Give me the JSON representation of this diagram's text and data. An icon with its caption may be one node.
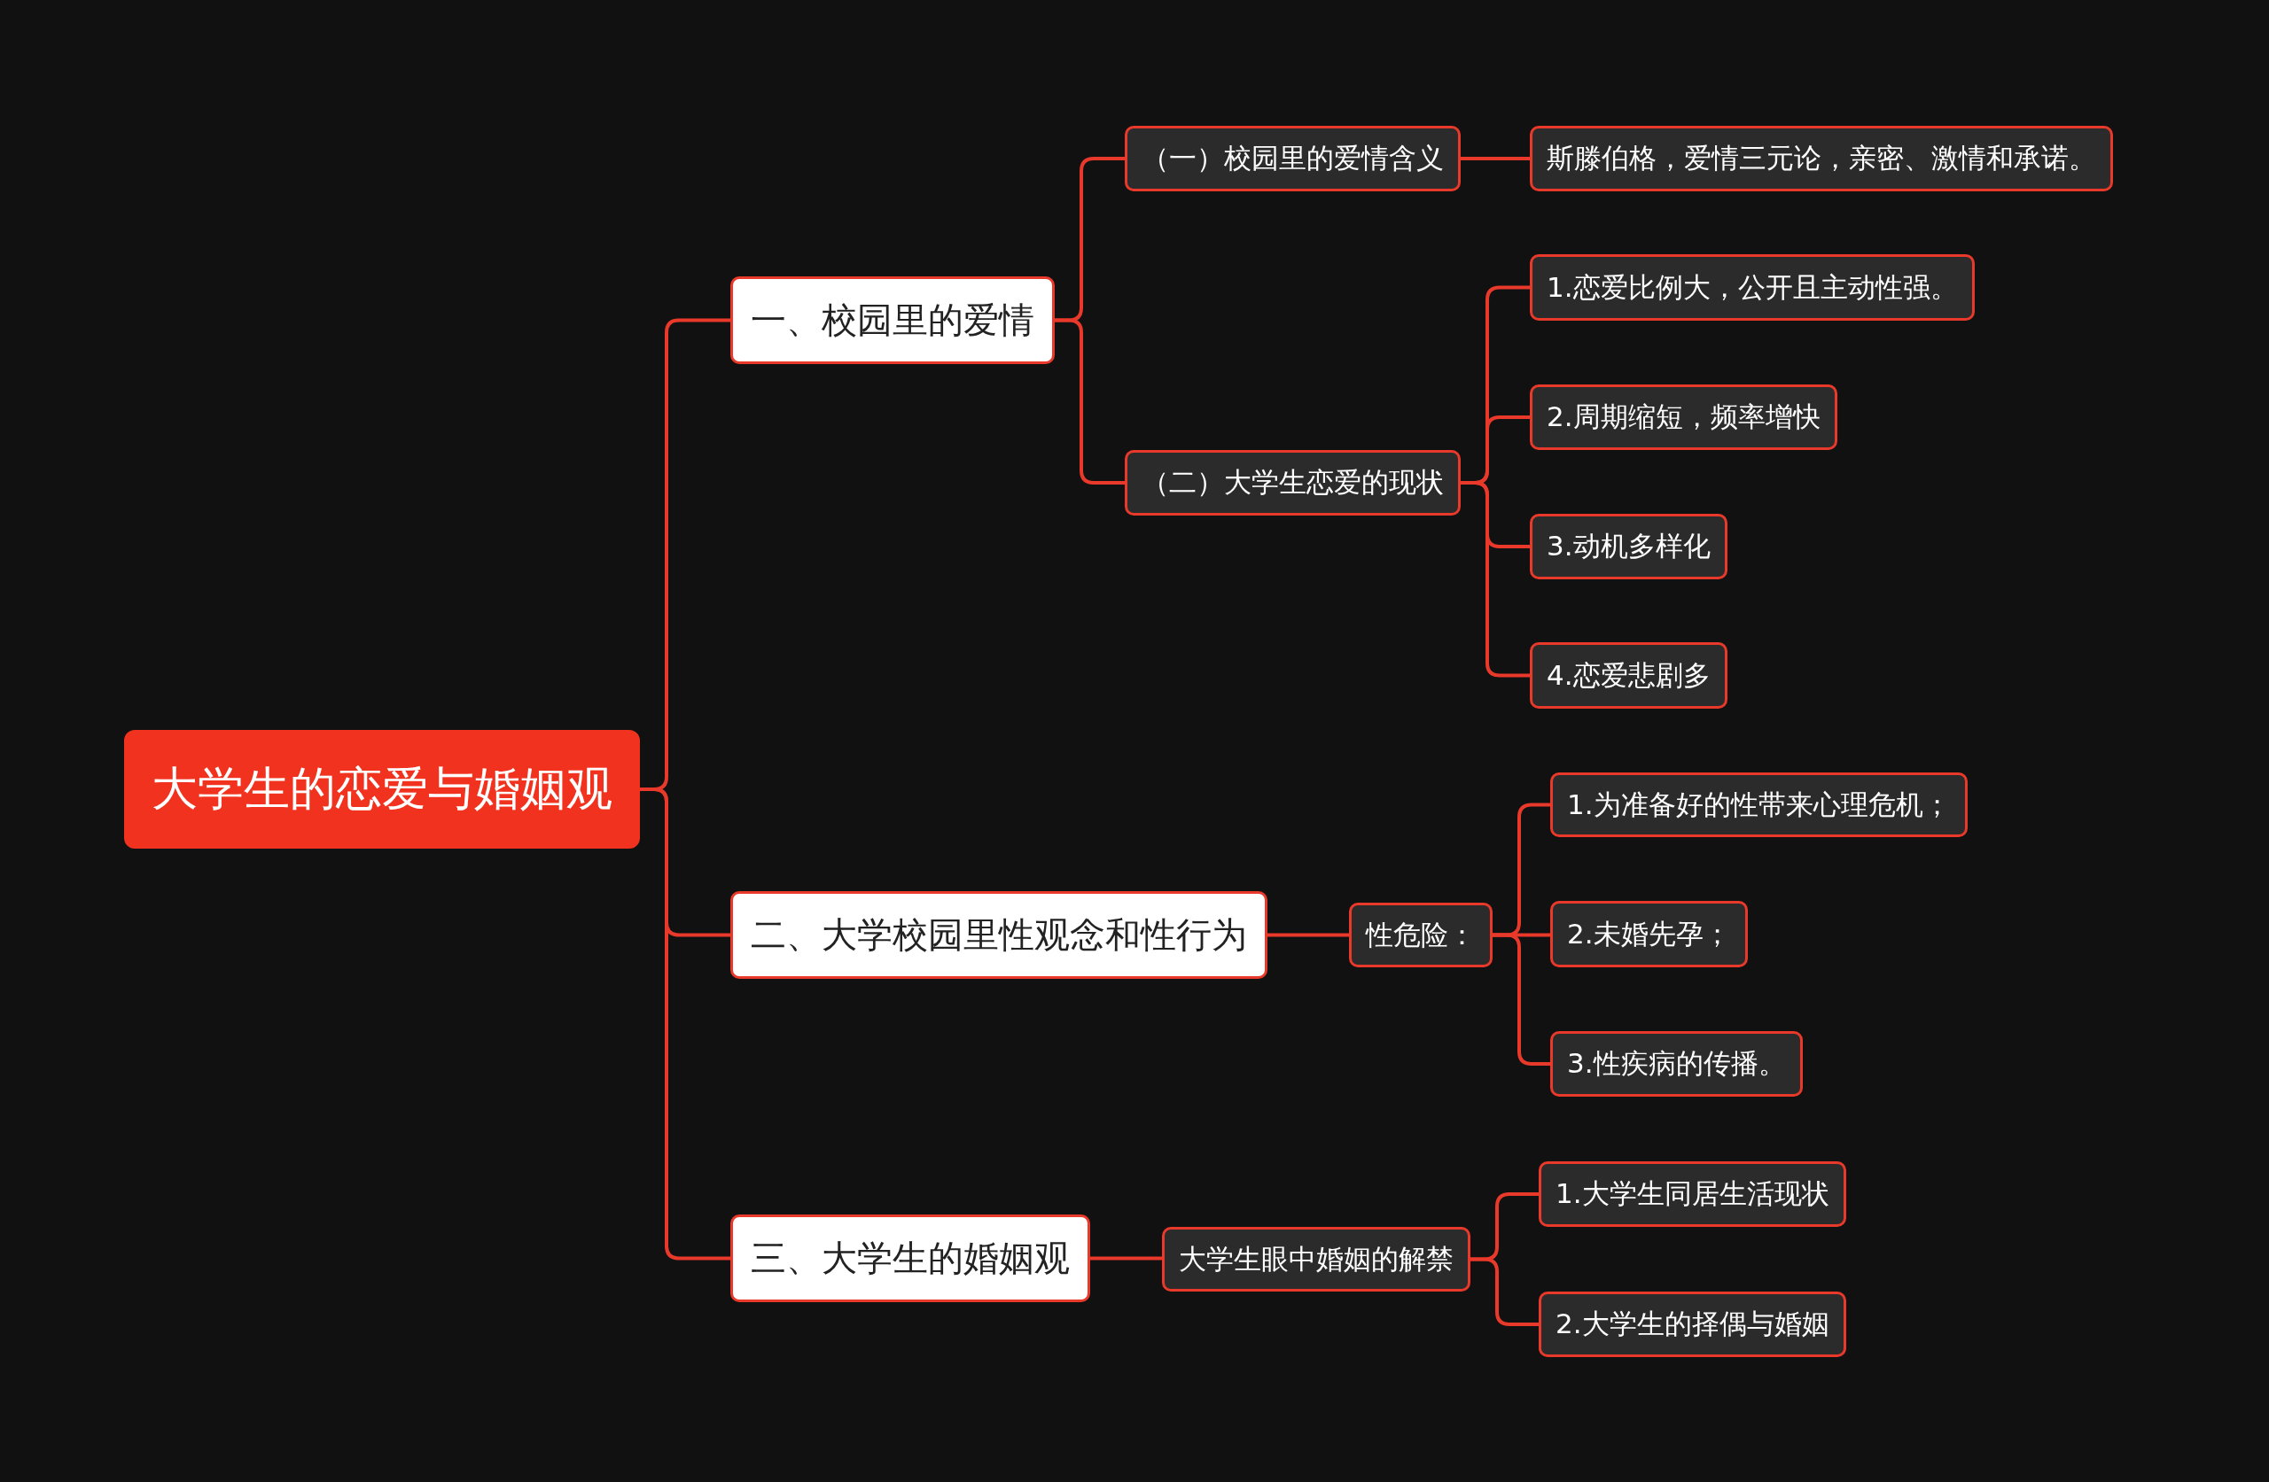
{
  "diagram": {
    "nodes": [
      {
        "text": [
          "大学生的恋爱与婚姻观"
        ]
      },
      {
        "text": [
          "一、校园里的爱情"
        ]
      },
      {
        "text": [
          "（一）校园里的爱情含义"
        ]
      },
      {
        "text": [
          "斯滕伯格，爱情三元论，亲密、激情和承诺。"
        ]
      },
      {
        "text": [
          "（二）大学生恋爱的现状"
        ]
      },
      {
        "text": [
          "1.恋爱比例大，公开且主动性强。"
        ]
      },
      {
        "text": [
          "2.周期缩短，频率增快"
        ]
      },
      {
        "text": [
          "3.动机多样化"
        ]
      },
      {
        "text": [
          "4.恋爱悲剧多"
        ]
      },
      {
        "text": [
          "二、大学校园里性观念和性行为"
        ]
      },
      {
        "text": [
          "性危险："
        ]
      },
      {
        "text": [
          "1.为准备好的性带来心理危机；"
        ]
      },
      {
        "text": [
          "2.未婚先孕；"
        ]
      },
      {
        "text": [
          "3.性疾病的传播。"
        ]
      },
      {
        "text": [
          "三、大学生的婚姻观"
        ]
      },
      {
        "text": [
          "大学生眼中婚姻的解禁"
        ]
      },
      {
        "text": [
          "1.大学生同居生活现状"
        ]
      },
      {
        "text": [
          "2.大学生的择偶与婚姻"
        ]
      }
    ],
    "edges": [
      {
        "from": 0,
        "to": 1,
        "arrow": "none"
      },
      {
        "from": 1,
        "to": 2,
        "arrow": "none"
      },
      {
        "from": 2,
        "to": 3,
        "arrow": "none"
      },
      {
        "from": 1,
        "to": 4,
        "arrow": "none"
      },
      {
        "from": 4,
        "to": 5,
        "arrow": "none"
      },
      {
        "from": 4,
        "to": 6,
        "arrow": "none"
      },
      {
        "from": 4,
        "to": 7,
        "arrow": "none"
      },
      {
        "from": 4,
        "to": 8,
        "arrow": "none"
      },
      {
        "from": 0,
        "to": 9,
        "arrow": "none"
      },
      {
        "from": 9,
        "to": 10,
        "arrow": "none"
      },
      {
        "from": 10,
        "to": 11,
        "arrow": "none"
      },
      {
        "from": 10,
        "to": 12,
        "arrow": "none"
      },
      {
        "from": 10,
        "to": 13,
        "arrow": "none"
      },
      {
        "from": 0,
        "to": 14,
        "arrow": "none"
      },
      {
        "from": 14,
        "to": 15,
        "arrow": "none"
      },
      {
        "from": 15,
        "to": 16,
        "arrow": "none"
      },
      {
        "from": 15,
        "to": 17,
        "arrow": "none"
      }
    ]
  }
}
